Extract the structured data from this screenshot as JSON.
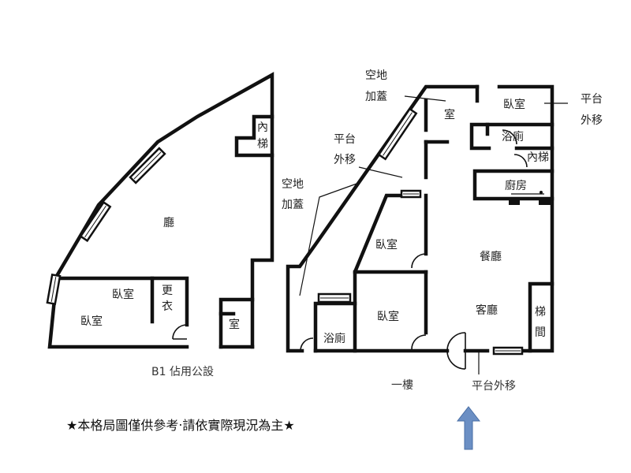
{
  "b1": {
    "rooms": {
      "hall": "廳",
      "bedroom_a": "臥室",
      "bedroom_b": "臥室",
      "closet_1": "更",
      "closet_2": "衣",
      "room": "室",
      "stair_1": "內",
      "stair_2": "梯"
    },
    "caption": "B1 佔用公設"
  },
  "f1": {
    "annotations": {
      "vacant_top_1": "空地",
      "vacant_top_2": "加蓋",
      "platform_left_1": "平台",
      "platform_left_2": "外移",
      "vacant_left_1": "空地",
      "vacant_left_2": "加蓋",
      "platform_right_1": "平台",
      "platform_right_2": "外移"
    },
    "rooms": {
      "top_room": "室",
      "bedroom_top": "臥室",
      "bathroom_top": "浴廁",
      "inner_stair": "內梯",
      "kitchen": "廚房",
      "bedroom_mid": "臥室",
      "dining": "餐廳",
      "living": "客廳",
      "bedroom_low": "臥室",
      "bathroom_low": "浴廁",
      "stair_1": "梯",
      "stair_2": "間"
    },
    "caption": "一樓",
    "bottom_platform": "平台外移"
  },
  "disclaimer": "★本格局圖僅供參考‧請依實際現況為主★",
  "colors": {
    "arrow": "#6b8fc4",
    "walls": "#111111"
  }
}
